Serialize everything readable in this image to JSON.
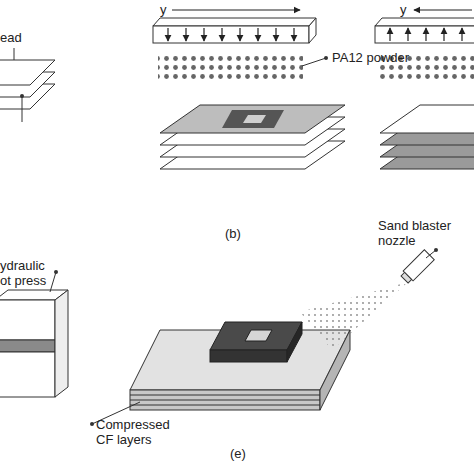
{
  "diagram": {
    "labels": [
      "ead",
      "y",
      "PA12 powder",
      "y",
      "(b)",
      "ydraulic ot press",
      "Sand blaster nozzle",
      "Compressed CF layers",
      "(e)"
    ]
  }
}
